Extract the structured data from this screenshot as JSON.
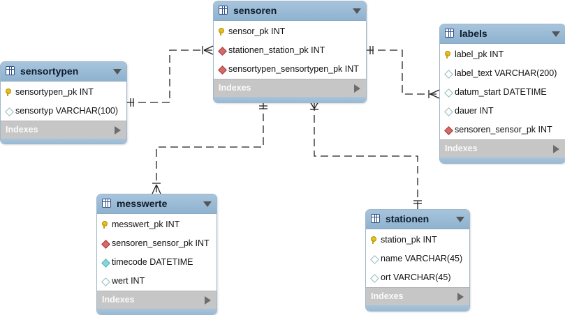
{
  "tables": {
    "sensoren": {
      "name": "sensoren",
      "columns": [
        {
          "text": "sensor_pk INT",
          "icon": "primary-key-icon"
        },
        {
          "text": "stationen_station_pk INT",
          "icon": "foreign-key-icon"
        },
        {
          "text": "sensortypen_sensortypen_pk INT",
          "icon": "foreign-key-icon"
        }
      ],
      "indexes_label": "Indexes"
    },
    "sensortypen": {
      "name": "sensortypen",
      "columns": [
        {
          "text": "sensortypen_pk INT",
          "icon": "primary-key-icon"
        },
        {
          "text": "sensortyp VARCHAR(100)",
          "icon": "column-icon"
        }
      ],
      "indexes_label": "Indexes"
    },
    "labels": {
      "name": "labels",
      "columns": [
        {
          "text": "label_pk INT",
          "icon": "primary-key-icon"
        },
        {
          "text": "label_text VARCHAR(200)",
          "icon": "column-icon"
        },
        {
          "text": "datum_start DATETIME",
          "icon": "column-icon"
        },
        {
          "text": "dauer INT",
          "icon": "column-icon"
        },
        {
          "text": "sensoren_sensor_pk INT",
          "icon": "foreign-key-icon"
        }
      ],
      "indexes_label": "Indexes"
    },
    "messwerte": {
      "name": "messwerte",
      "columns": [
        {
          "text": "messwert_pk INT",
          "icon": "primary-key-icon"
        },
        {
          "text": "sensoren_sensor_pk INT",
          "icon": "foreign-key-icon"
        },
        {
          "text": "timecode DATETIME",
          "icon": "not-null-column-icon"
        },
        {
          "text": "wert INT",
          "icon": "column-icon"
        }
      ],
      "indexes_label": "Indexes"
    },
    "stationen": {
      "name": "stationen",
      "columns": [
        {
          "text": "station_pk INT",
          "icon": "primary-key-icon"
        },
        {
          "text": "name VARCHAR(45)",
          "icon": "column-icon"
        },
        {
          "text": "ort VARCHAR(45)",
          "icon": "column-icon"
        }
      ],
      "indexes_label": "Indexes"
    }
  },
  "relationships": [
    {
      "from": "sensortypen",
      "to": "sensoren",
      "type": "one-to-many"
    },
    {
      "from": "sensoren",
      "to": "labels",
      "type": "one-to-many"
    },
    {
      "from": "sensoren",
      "to": "messwerte",
      "type": "one-to-many"
    },
    {
      "from": "stationen",
      "to": "sensoren",
      "type": "one-to-many"
    }
  ],
  "colors": {
    "header": "#9dbdd8",
    "indexes_bar": "#c6c6c6",
    "primary_key": "#e8c21a",
    "foreign_key": "#d46a6a",
    "connector": "#222222"
  }
}
